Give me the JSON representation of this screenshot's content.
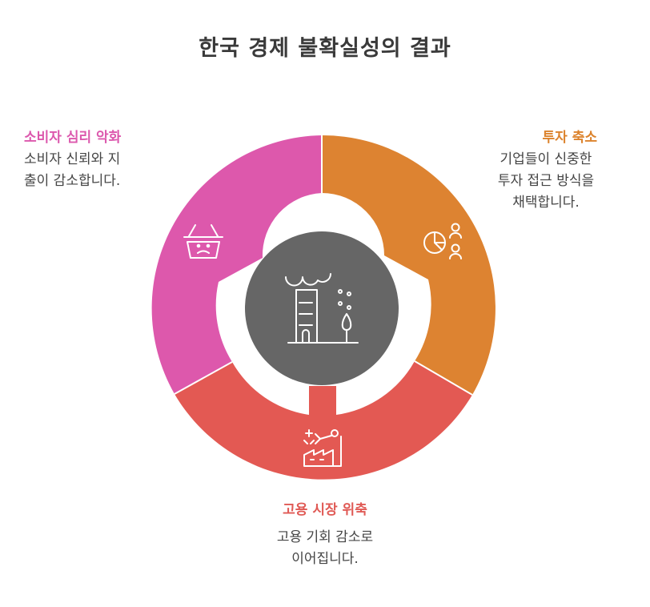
{
  "title": "한국 경제 불확실성의 결과",
  "colors": {
    "consumption": "#dd58ac",
    "investment": "#dd8331",
    "employment": "#e35953",
    "center": "#666666",
    "title_text": "#3a3a3a",
    "body_text": "#454545"
  },
  "segments": [
    {
      "id": "consumption",
      "heading": "소비자 심리 악화",
      "text": "소비자 신뢰와 지\n출이 감소합니다.",
      "icon": "sad-basket-icon"
    },
    {
      "id": "investment",
      "heading": "투자 축소",
      "text": "기업들이 신중한\n투자 접근 방식을\n채택합니다.",
      "icon": "pie-chart-people-icon"
    },
    {
      "id": "employment",
      "heading": "고용 시장 위축",
      "text": "고용 기회 감소로\n이어집니다.",
      "icon": "factory-robot-arm-icon"
    }
  ],
  "center_icon": "polluted-city-icon"
}
